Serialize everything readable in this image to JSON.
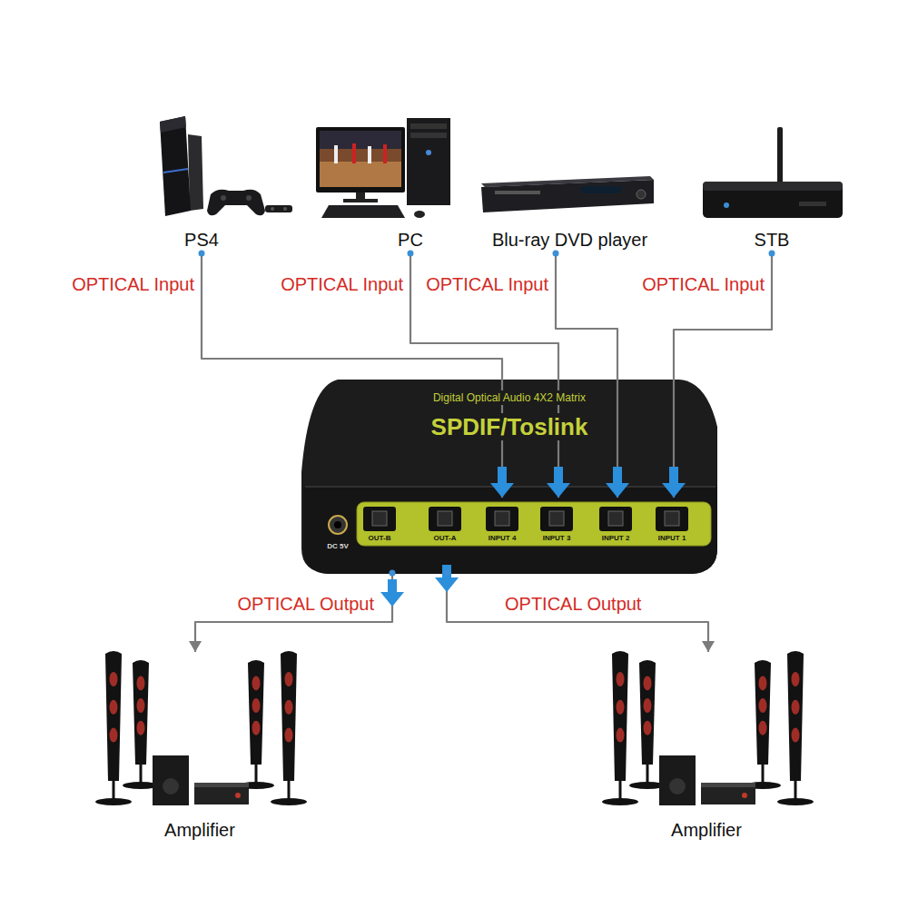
{
  "diagram": {
    "nodes": [
      {
        "text": [
          "PS4"
        ]
      },
      {
        "text": [
          "PC"
        ]
      },
      {
        "text": [
          "Blu-ray DVD player"
        ]
      },
      {
        "text": [
          "STB"
        ]
      },
      {
        "text": [
          "SPDIF/Toslink",
          "Digital Optical Audio 4X2 Matrix"
        ]
      },
      {
        "text": [
          "Amplifier"
        ]
      },
      {
        "text": [
          "Amplifier"
        ]
      }
    ],
    "edges": [
      {
        "from": 0,
        "to": 4,
        "arrow": "to",
        "label": "OPTICAL Input"
      },
      {
        "from": 1,
        "to": 4,
        "arrow": "to",
        "label": "OPTICAL Input"
      },
      {
        "from": 2,
        "to": 4,
        "arrow": "to",
        "label": "OPTICAL Input"
      },
      {
        "from": 3,
        "to": 4,
        "arrow": "to",
        "label": "OPTICAL Input"
      },
      {
        "from": 4,
        "to": 5,
        "arrow": "to",
        "label": "OPTICAL Output"
      },
      {
        "from": 4,
        "to": 6,
        "arrow": "to",
        "label": "OPTICAL Output"
      }
    ],
    "labels": [
      "OUT-B",
      "OUT-A",
      "INPUT 4",
      "INPUT 3",
      "INPUT 2",
      "INPUT 1",
      "DC 5V"
    ]
  }
}
